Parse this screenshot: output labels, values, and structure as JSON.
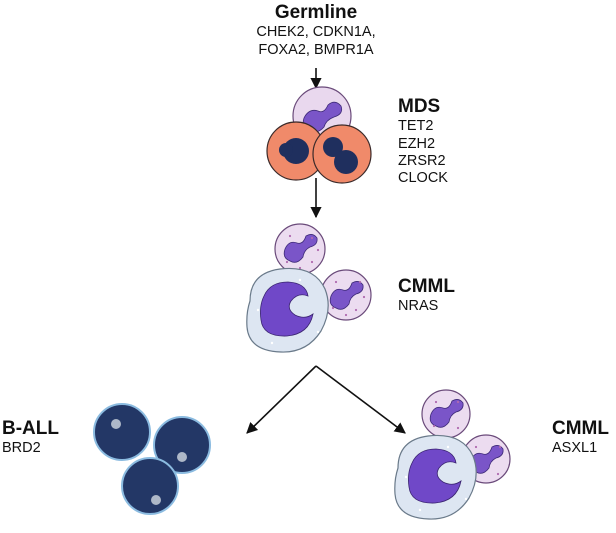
{
  "germline": {
    "title": "Germline",
    "genes_line1": "CHEK2, CDKN1A,",
    "genes_line2": "FOXA2, BMPR1A"
  },
  "mds": {
    "title": "MDS",
    "genes": [
      "TET2",
      "EZH2",
      "ZRSR2",
      "CLOCK"
    ]
  },
  "cmml_1": {
    "title": "CMML",
    "gene": "NRAS"
  },
  "ball": {
    "title": "B-ALL",
    "gene": "BRD2"
  },
  "cmml_2": {
    "title": "CMML",
    "gene": "ASXL1"
  },
  "colors": {
    "arrow": "#111111",
    "pale_purple_cell": "#e9d8ee",
    "granulocyte": "#ecdcf0",
    "nucleus_purple": "#7a55c8",
    "erythroid_orange": "#f08a6a",
    "dark_nucleus": "#1f2f5e",
    "lymphoblast": "#233766",
    "lymphoblast_ring": "#8bbbe0",
    "monocyte_cytoplasm": "#dde6f2",
    "monocyte_nucleus": "#7048c8"
  }
}
